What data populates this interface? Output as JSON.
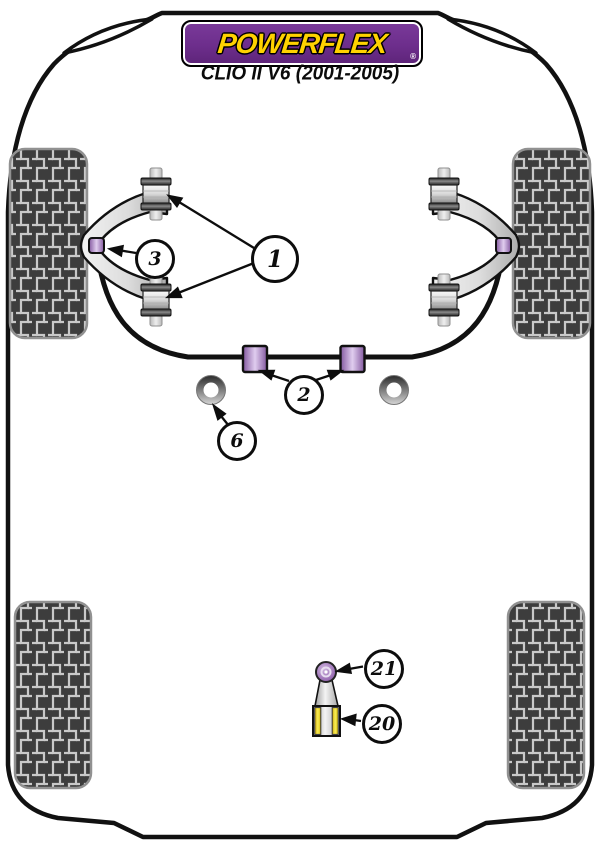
{
  "header": {
    "brand_logo_text": "POWERFLEX",
    "registered_mark": "®",
    "model_title": "CLIO II V6 (2001-2005)"
  },
  "callouts": [
    {
      "label": "1"
    },
    {
      "label": "3"
    },
    {
      "label": "2"
    },
    {
      "label": "6"
    },
    {
      "label": "21"
    },
    {
      "label": "20"
    }
  ],
  "colors": {
    "brand_purple": "#6d2e8c",
    "brand_yellow": "#ffd200",
    "bush_purple": "#9b6fb5",
    "part_yellow": "#f2e24a",
    "outline_black": "#111111",
    "tire_dark": "#3d3d3d",
    "tread_light": "#c9c9c9"
  }
}
